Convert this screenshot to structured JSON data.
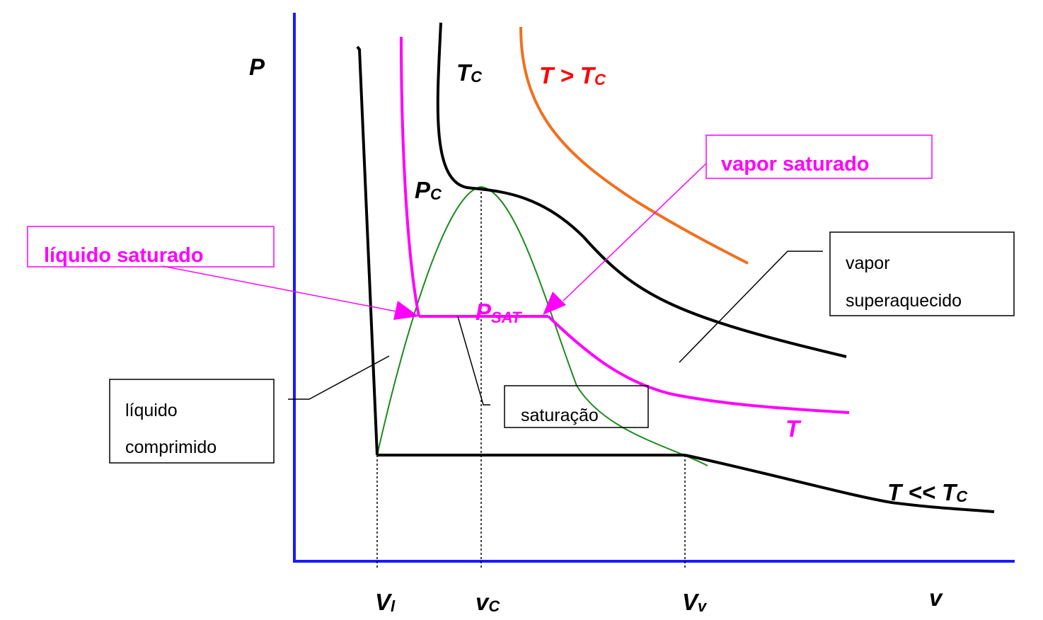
{
  "colors": {
    "axis": "#1a1aff",
    "isotherm": "#000000",
    "isotherm_T": "#ff00ff",
    "isotherm_hot": "#f07020",
    "hot_label": "#ff0000",
    "dome": "#1e8a1e",
    "callout_saturated": "#ff00ff"
  },
  "axis_labels": {
    "pressure": "P",
    "volume": "v",
    "v_liquid_main": "V",
    "v_liquid_sub": "l",
    "v_critical_main": "v",
    "v_critical_sub": "C",
    "v_vapor_main": "V",
    "v_vapor_sub": "v"
  },
  "curve_labels": {
    "critical_main": "T",
    "critical_sub": "C",
    "hot_main": "T > T",
    "hot_sub": "C",
    "t_mid": "T",
    "cold_main": "T << T",
    "cold_sub": "C",
    "critical_point_main": "P",
    "critical_point_sub": "C",
    "psat_main": "P",
    "psat_sub": "SAT"
  },
  "callouts": {
    "saturated_vapor": "vapor saturado",
    "saturated_liquid": "líquido saturado",
    "superheated_line1": "vapor",
    "superheated_line2": "superaquecido",
    "saturation": "saturação",
    "compressed_line1": "líquido",
    "compressed_line2": "comprimido"
  }
}
